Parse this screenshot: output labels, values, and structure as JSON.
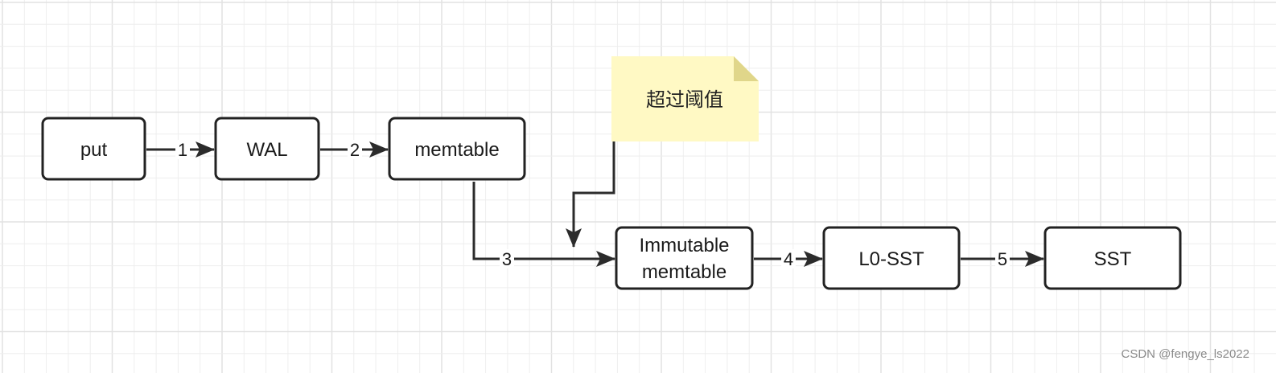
{
  "diagram": {
    "nodes": {
      "put": "put",
      "wal": "WAL",
      "memtable": "memtable",
      "immutable_line1": "Immutable",
      "immutable_line2": "memtable",
      "l0_sst": "L0-SST",
      "sst": "SST"
    },
    "edges": {
      "e1": "1",
      "e2": "2",
      "e3": "3",
      "e4": "4",
      "e5": "5"
    },
    "note": "超过阈值"
  },
  "watermark": "CSDN @fengye_ls2022",
  "colors": {
    "background": "#ffffff",
    "grid": "#eeeeee",
    "node_border": "#222222",
    "edge": "#2b2b2b",
    "note_fill": "#fff9c4",
    "note_fold": "#e0d68a"
  }
}
